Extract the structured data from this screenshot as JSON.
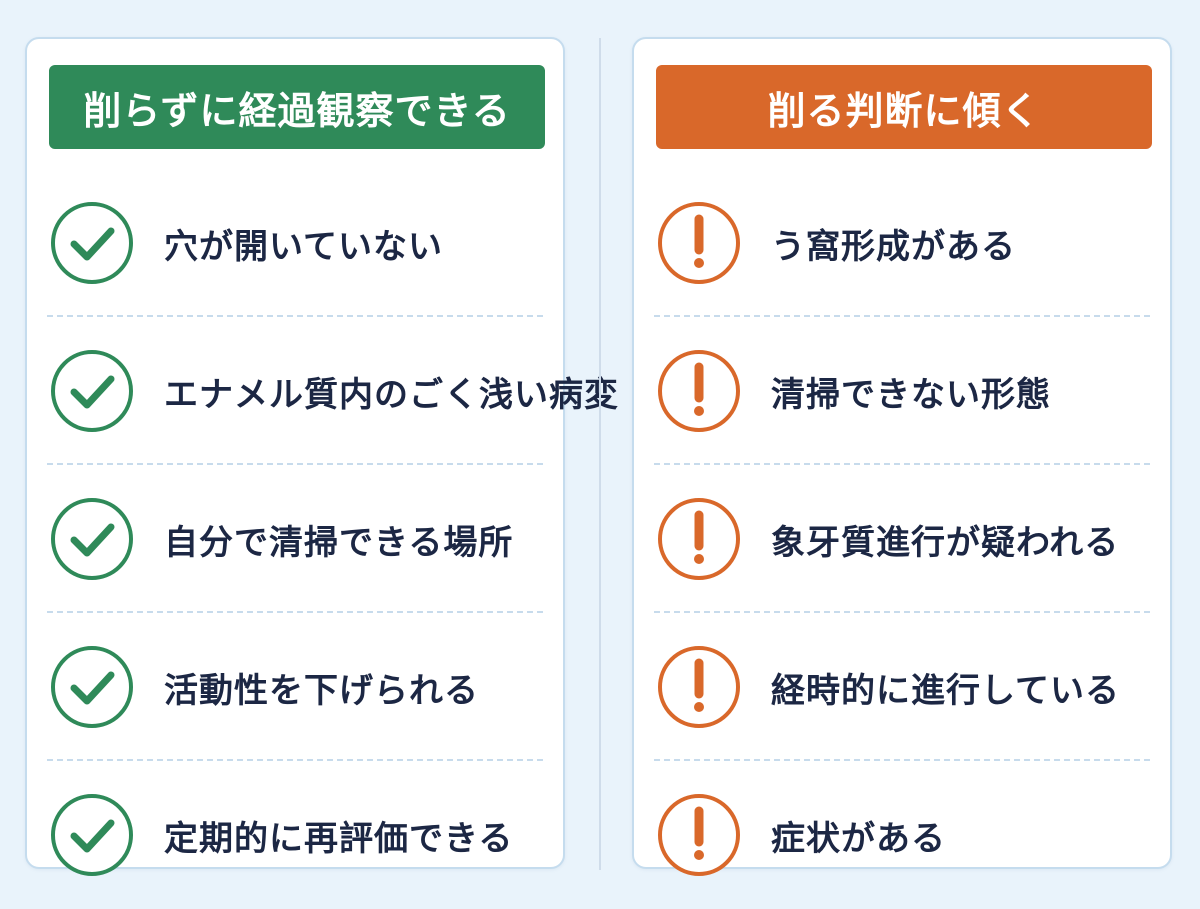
{
  "colors": {
    "background": "#e9f3fb",
    "panel_border": "#c5dcee",
    "positive": "#2f8a59",
    "caution": "#d9682a",
    "text": "#1c2744"
  },
  "left_panel": {
    "title": "削らずに経過観察できる",
    "icon": "check-circle-icon",
    "items": [
      {
        "label": "穴が開いていない"
      },
      {
        "label": "エナメル質内のごく浅い病変"
      },
      {
        "label": "自分で清掃できる場所"
      },
      {
        "label": "活動性を下げられる"
      },
      {
        "label": "定期的に再評価できる"
      }
    ]
  },
  "right_panel": {
    "title": "削る判断に傾く",
    "icon": "exclamation-circle-icon",
    "items": [
      {
        "label": "う窩形成がある"
      },
      {
        "label": "清掃できない形態"
      },
      {
        "label": "象牙質進行が疑われる"
      },
      {
        "label": "経時的に進行している"
      },
      {
        "label": "症状がある"
      }
    ]
  }
}
